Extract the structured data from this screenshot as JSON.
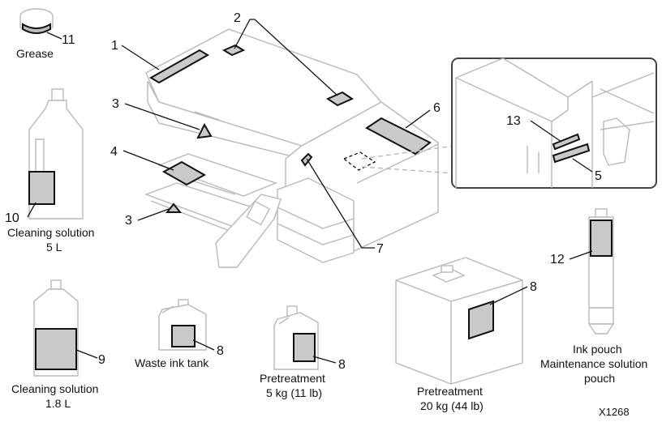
{
  "diagram_code": "X1268",
  "callouts": {
    "c1": "1",
    "c2": "2",
    "c3a": "3",
    "c3b": "3",
    "c4": "4",
    "c5": "5",
    "c6": "6",
    "c7": "7",
    "c8a": "8",
    "c8b": "8",
    "c8c": "8",
    "c9": "9",
    "c10": "10",
    "c11": "11",
    "c12": "12",
    "c13": "13"
  },
  "labels": {
    "grease": "Grease",
    "cleaning_5l_line1": "Cleaning solution",
    "cleaning_5l_line2": "5 L",
    "cleaning_18l_line1": "Cleaning solution",
    "cleaning_18l_line2": "1.8 L",
    "waste_ink_tank": "Waste ink tank",
    "pretreat_5kg_line1": "Pretreatment",
    "pretreat_5kg_line2": "5 kg (11 lb)",
    "pretreat_20kg_line1": "Pretreatment",
    "pretreat_20kg_line2": "20 kg (44 lb)",
    "ink_pouch_line1": "Ink pouch",
    "ink_pouch_line2": "Maintenance solution",
    "ink_pouch_line3": "pouch"
  },
  "colors": {
    "outline": "#b9b9b9",
    "tag_fill": "#c9c9c9",
    "ink": "#111111"
  }
}
